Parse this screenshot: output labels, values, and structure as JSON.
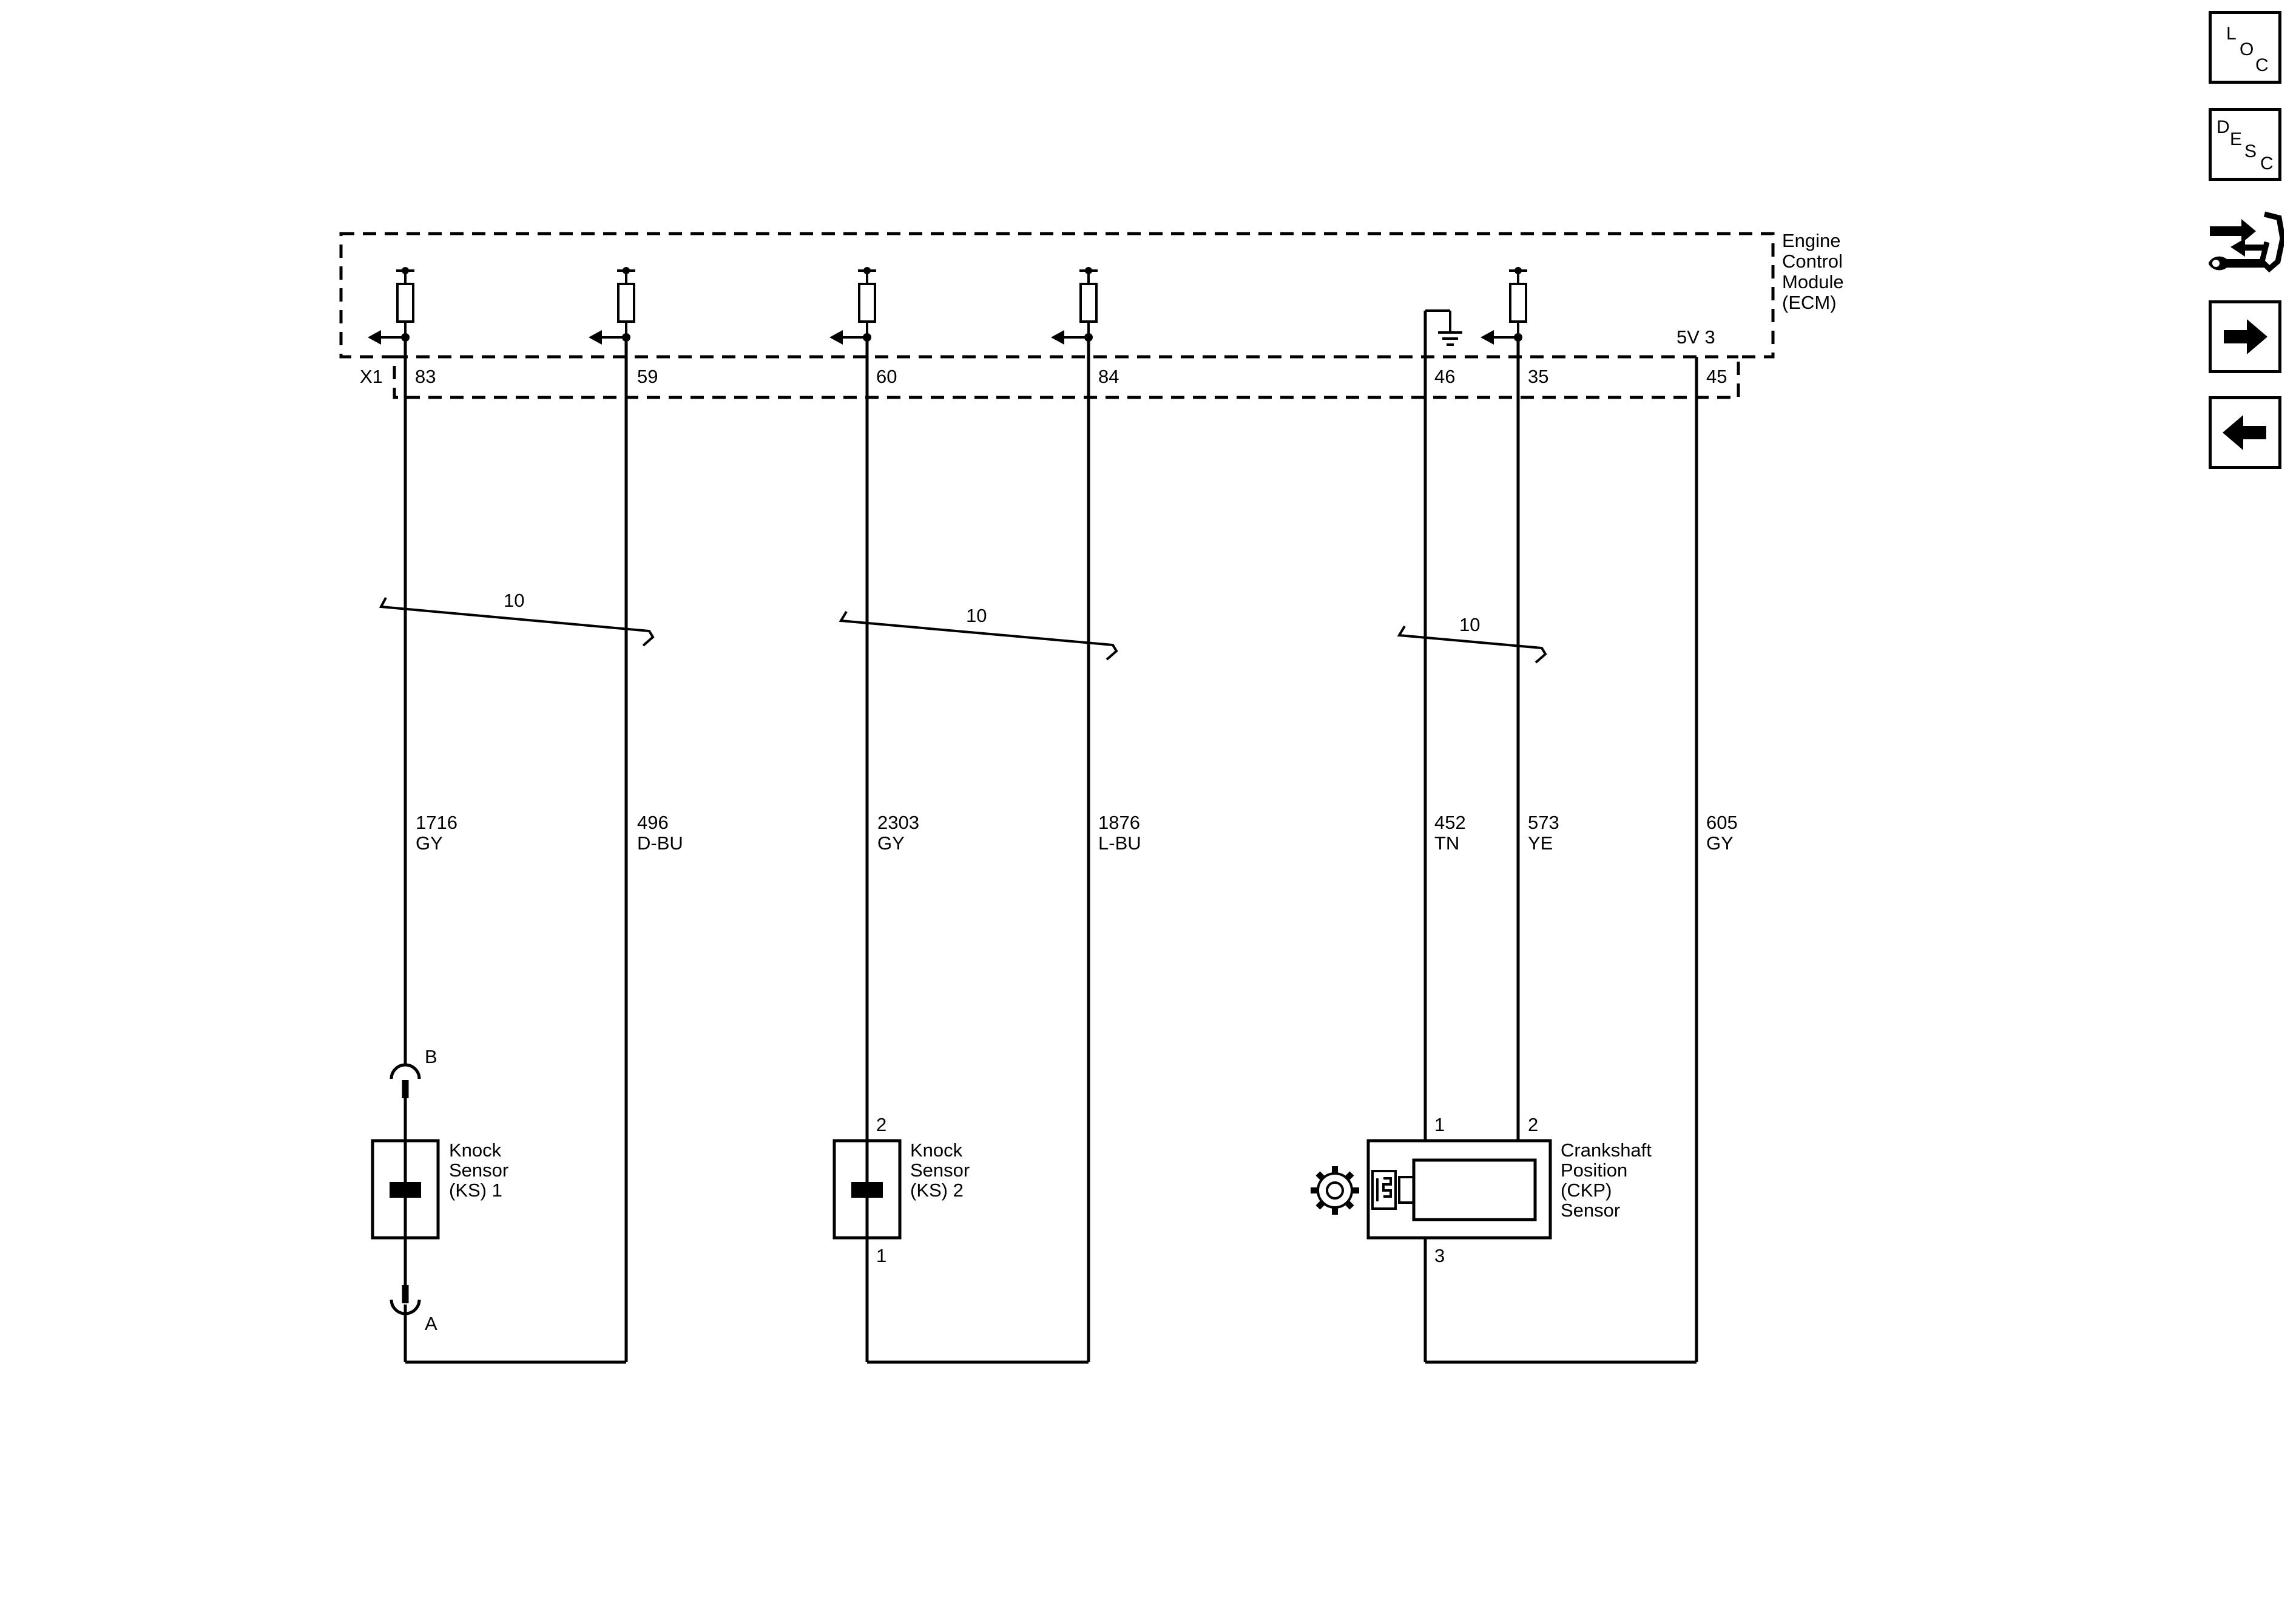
{
  "ecm": {
    "name_lines": [
      "Engine",
      "Control",
      "Module",
      "(ECM)"
    ],
    "connector": "X1",
    "pins": [
      "83",
      "59",
      "60",
      "84",
      "46",
      "35",
      "45"
    ],
    "ref_label": "5V 3"
  },
  "bundles": [
    "10",
    "10",
    "10"
  ],
  "wires": [
    {
      "circuit": "1716",
      "color": "GY"
    },
    {
      "circuit": "496",
      "color": "D-BU"
    },
    {
      "circuit": "2303",
      "color": "GY"
    },
    {
      "circuit": "1876",
      "color": "L-BU"
    },
    {
      "circuit": "452",
      "color": "TN"
    },
    {
      "circuit": "573",
      "color": "YE"
    },
    {
      "circuit": "605",
      "color": "GY"
    }
  ],
  "ks1": {
    "name_lines": [
      "Knock",
      "Sensor",
      "(KS) 1"
    ],
    "conn_top": "B",
    "conn_bottom": "A"
  },
  "ks2": {
    "name_lines": [
      "Knock",
      "Sensor",
      "(KS) 2"
    ],
    "pin_top": "2",
    "pin_bottom": "1"
  },
  "ckp": {
    "name_lines": [
      "Crankshaft",
      "Position",
      "(CKP)",
      "Sensor"
    ],
    "pin1": "1",
    "pin2": "2",
    "pin3": "3"
  },
  "nav": {
    "loc": [
      "L",
      "O",
      "C"
    ],
    "desc": [
      "D",
      "E",
      "S",
      "C"
    ],
    "connector_icon": "connector-end-view-icon",
    "next_icon": "arrow-right-icon",
    "prev_icon": "arrow-left-icon"
  }
}
